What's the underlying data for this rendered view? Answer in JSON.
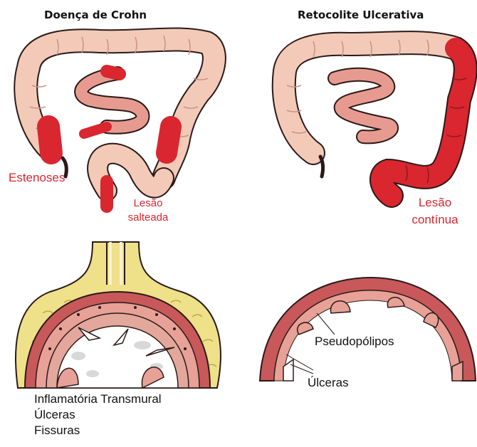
{
  "crohn": {
    "title": "Doença de Crohn",
    "label_stenosis": "Estenoses",
    "label_lesion_1": "Lesão",
    "label_lesion_2": "salteada",
    "features": [
      "Inflamatória Transmural",
      "Úlceras",
      "Fissuras"
    ]
  },
  "uc": {
    "title": "Retocolite Ulcerativa",
    "label_lesion_1": "Lesão",
    "label_lesion_2": "contínua",
    "label_pseudopolyps": "Pseudopólipos",
    "label_ulcers": "Úlceras"
  },
  "colors": {
    "colon_pale": "#f3c9b8",
    "colon_outline": "#2a1a18",
    "inflamed_red": "#d9262f",
    "small_bowel": "#e79b90",
    "fat_yellow": "#efe08a",
    "mucosa_pink": "#e8a197",
    "muscle_red": "#c8585a"
  }
}
